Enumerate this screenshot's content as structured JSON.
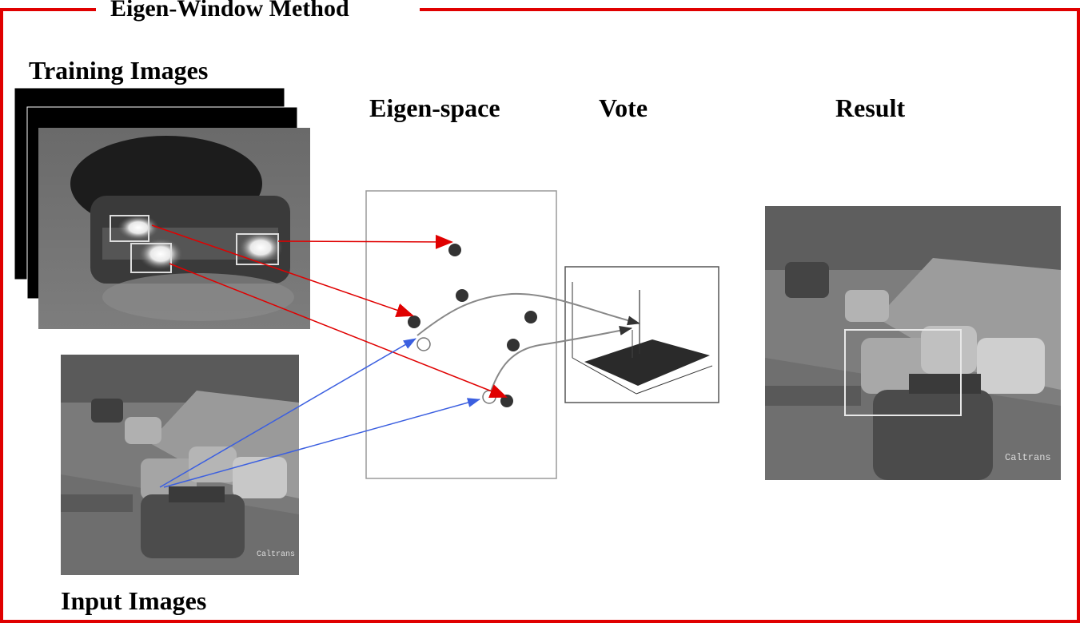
{
  "title": "Eigen-Window Method",
  "labels": {
    "training": "Training Images",
    "input": "Input Images",
    "eigenspace": "Eigen-space",
    "vote": "Vote",
    "result": "Result"
  },
  "images": {
    "training": "night car rear view with highlighted eigen-windows",
    "input": "night highway traffic scene",
    "result": "night highway traffic scene with detected car box"
  },
  "watermark": "Caltrans",
  "colors": {
    "frame": "#e00000",
    "training_arrow": "#e00000",
    "input_arrow": "#3b5fe0"
  }
}
